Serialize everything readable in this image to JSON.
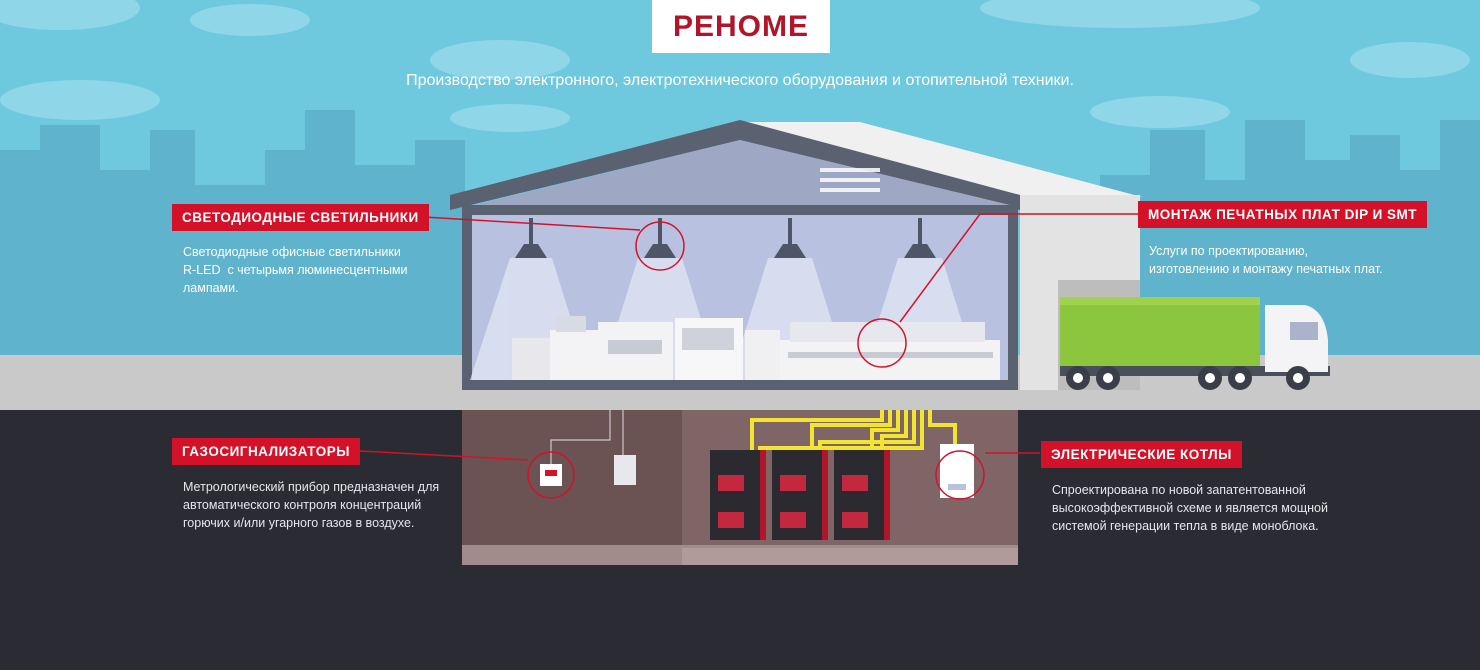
{
  "brand": {
    "logo_text": "РЕНОМЕ"
  },
  "subtitle": "Производство электронного, электротехнического оборудования и отопительной техники.",
  "callouts": {
    "led": {
      "title": "СВЕТОДИОДНЫЕ СВЕТИЛЬНИКИ",
      "desc": [
        "Светодиодные офисные светильники",
        "R-LED  с четырьмя люминесцентными",
        "лампами."
      ]
    },
    "pcb": {
      "title": "МОНТАЖ ПЕЧАТНЫХ ПЛАТ DIP И SMT",
      "desc": [
        "Услуги по проектированию,",
        "изготовлению и монтажу печатных плат."
      ]
    },
    "gas": {
      "title": "ГАЗОСИГНАЛИЗАТОРЫ",
      "desc": [
        "Метрологический прибор предназначен для",
        "автоматического контроля концентраций",
        "горючих и/или угарного газов в воздухе."
      ]
    },
    "boiler": {
      "title": "ЭЛЕКТРИЧЕСКИЕ КОТЛЫ",
      "desc": [
        "Спроектирована по новой запатентованной",
        "высокоэффективной схеме и является мощной",
        "системой генерации тепла в виде моноблока."
      ]
    }
  },
  "colors": {
    "accent": "#d3122a",
    "sky": "#6ec9df",
    "underground": "#2b2b33",
    "ground": "#c9c9c9",
    "truck_cargo": "#8cc63f"
  }
}
